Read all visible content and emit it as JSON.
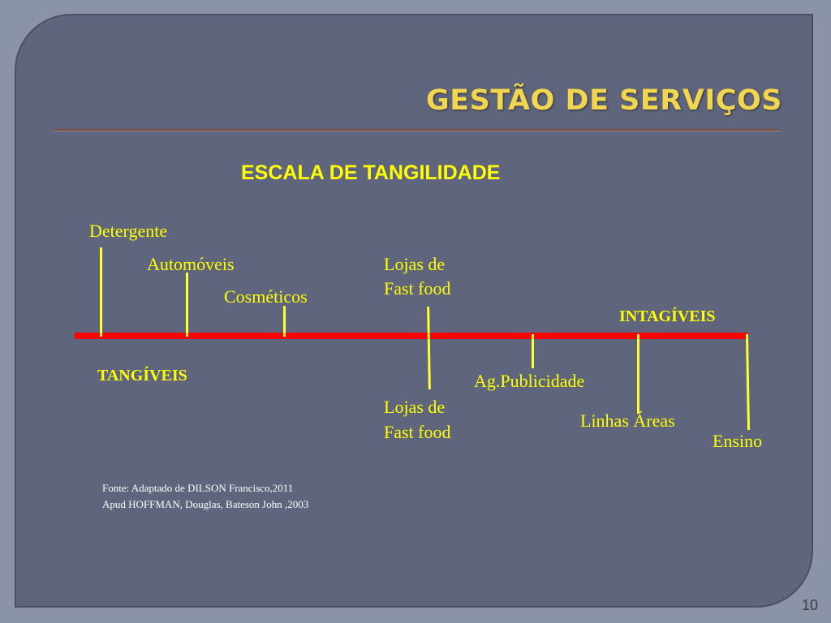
{
  "slide": {
    "title": "GESTÃO DE SERVIÇOS",
    "subtitle": "ESCALA DE TANGILIDADE",
    "page_number": "10"
  },
  "diagram": {
    "left_end_label": "TANGÍVEIS",
    "right_end_label": "INTAGÍVEIS",
    "items": {
      "detergente": "Detergente",
      "automoveis": "Automóveis",
      "cosmeticos": "Cosméticos",
      "fastfood_top_line1": "Lojas  de",
      "fastfood_top_line2": "Fast food",
      "fastfood_bottom_line1": "Lojas  de",
      "fastfood_bottom_line2": "Fast food",
      "publicidade": "Ag.Publicidade",
      "linhas_aereas": "Linhas Áreas",
      "ensino": "Ensino"
    }
  },
  "source": {
    "line1": "Fonte: Adaptado de DILSON Francisco,2011",
    "line2": "Apud  HOFFMAN, Douglas, Bateson John ,2003"
  },
  "colors": {
    "background": "#5f657c",
    "title": "#f2d64f",
    "labels": "#ffff00",
    "scale_line": "#ff0000"
  }
}
